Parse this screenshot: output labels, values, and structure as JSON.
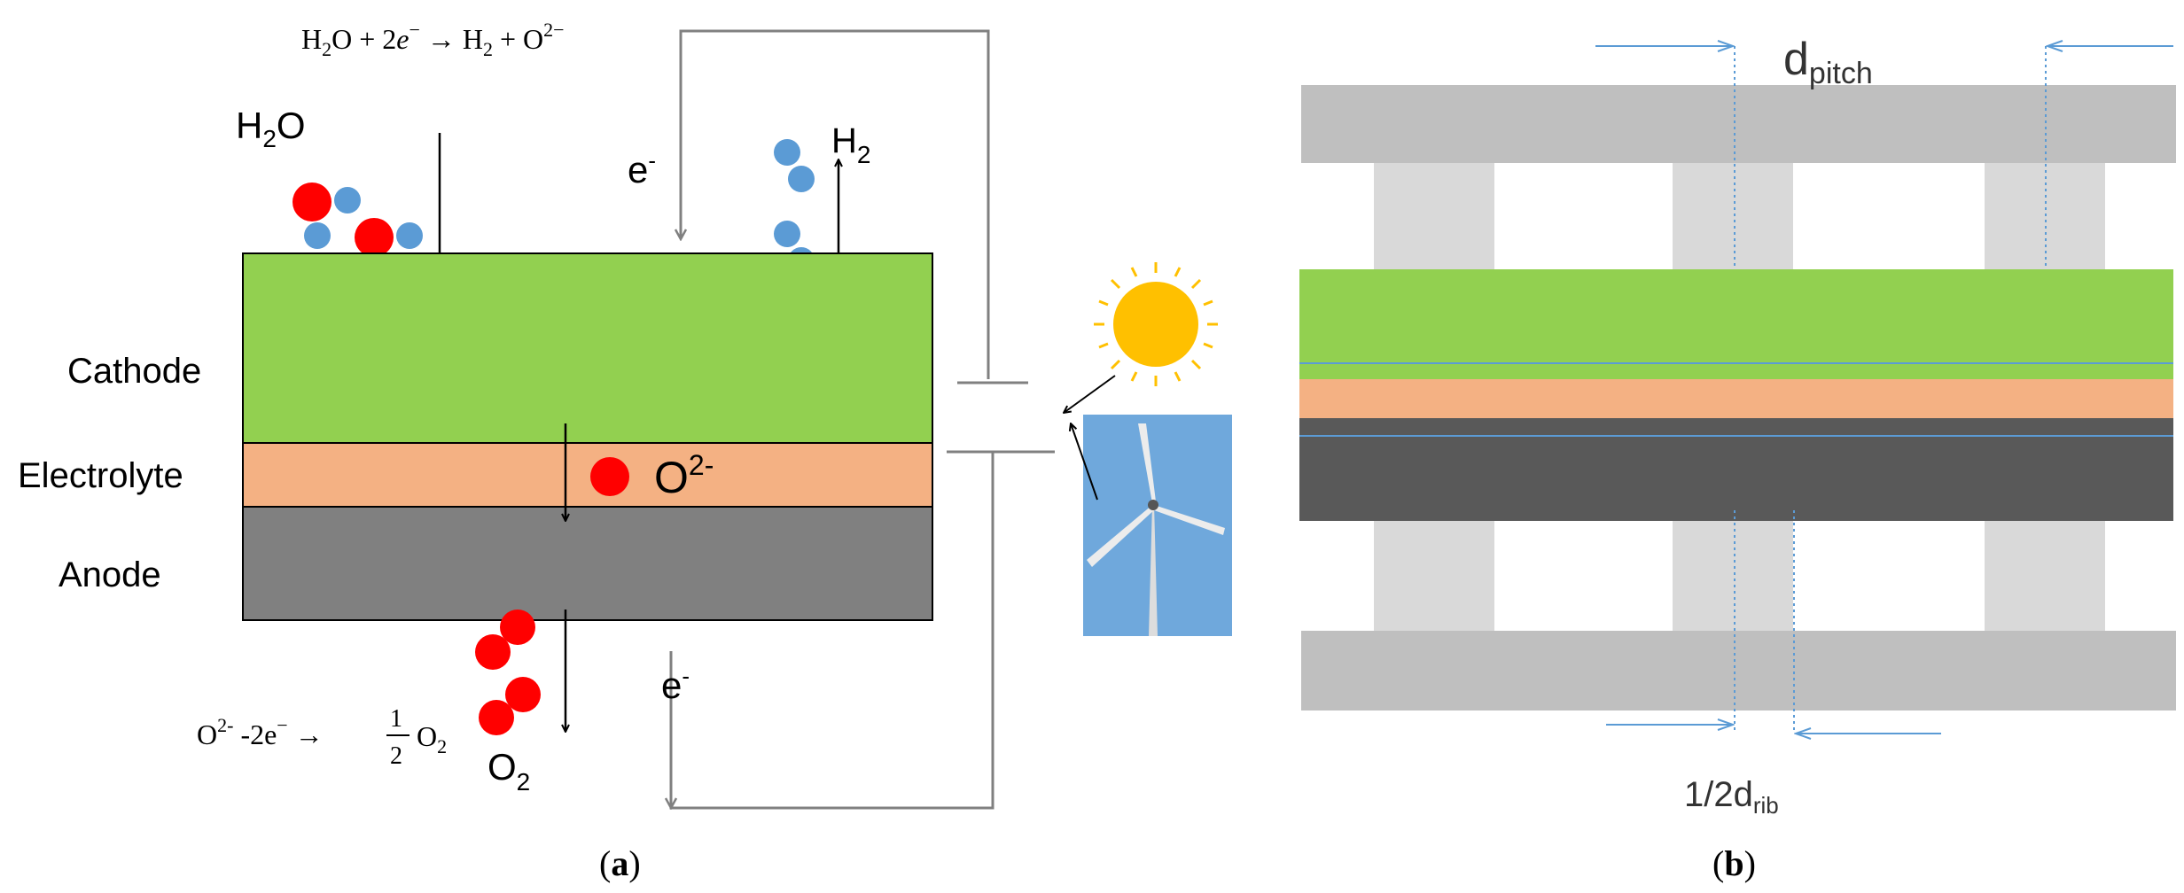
{
  "panel_a": {
    "caption_open": "(",
    "caption_letter": "a",
    "caption_close": ")",
    "cathode_eq": {
      "lhs": "H",
      "lhs_sub": "2",
      "lhs_rest": "O + 2",
      "e": "e",
      "e_sup": "−",
      "arrow": " → H",
      "rhs_sub": "2",
      "rhs_rest": " + O",
      "rhs_sup": "2−"
    },
    "anode_eq": {
      "o": "O",
      "o_sup": "2-",
      "mid": " -2e",
      "e_sup": "−",
      "arrow": " →",
      "frac_num": "1",
      "frac_den": "2",
      "o2": "O",
      "o2_sub": "2"
    },
    "h2o_label": "H",
    "h2o_sub": "2",
    "h2o_rest": "O",
    "h2_label": "H",
    "h2_sub": "2",
    "o2_label": "O",
    "o2_sub": "2",
    "o2minus_label": "O",
    "o2minus_sup": "2-",
    "electron_top": "e",
    "electron_top_sup": "-",
    "electron_bottom": "e",
    "electron_bottom_sup": "-",
    "layers": {
      "cathode": "Cathode",
      "electrolyte": "Electrolyte",
      "anode": "Anode"
    },
    "colors": {
      "cathode": "#92d050",
      "electrolyte": "#f4b183",
      "anode": "#808080",
      "water_red": "#ff0000",
      "hydrogen_blue": "#5b9bd5",
      "sun": "#ffc000",
      "sky": "#6fa8dc"
    }
  },
  "panel_b": {
    "caption_open": "(",
    "caption_letter": "b",
    "caption_close": ")",
    "pitch_label": "d",
    "pitch_sub": "pitch",
    "rib_label": "1/2d",
    "rib_sub": "rib",
    "colors": {
      "interconnect": "#bfbfbf",
      "rib": "#d9d9d9",
      "cathode": "#92d050",
      "electrolyte": "#f4b183",
      "anode": "#595959",
      "marker": "#5b9bd5"
    }
  }
}
